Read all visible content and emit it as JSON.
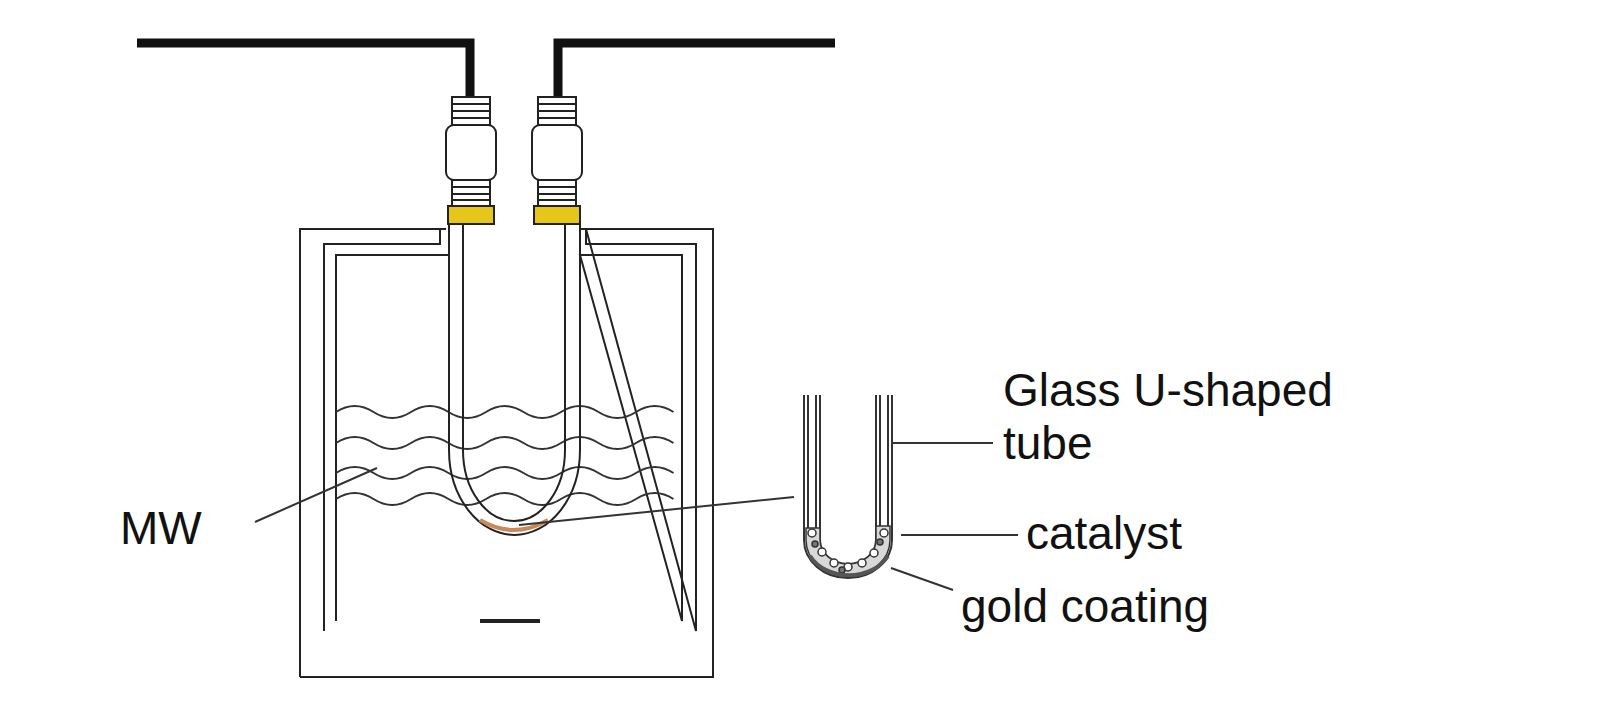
{
  "diagram": {
    "labels": [
      "MW",
      "Glass U-shaped tube",
      "catalyst",
      "gold coating"
    ]
  }
}
